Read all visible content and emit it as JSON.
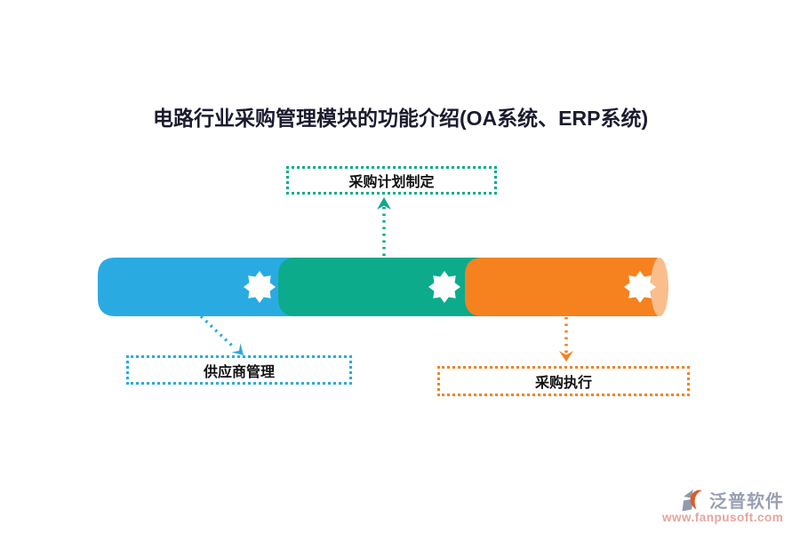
{
  "title": {
    "text": "电路行业采购管理模块的功能介绍(OA系统、ERP系统)",
    "color": "#1b1b30"
  },
  "pipeline": {
    "description": "horizontal three-segment pipe with white 8-point stars",
    "segments": [
      {
        "name": "blue-segment",
        "color": "#29abe2"
      },
      {
        "name": "green-segment",
        "color": "#0cab8c"
      },
      {
        "name": "orange-segment",
        "color": "#f5821f",
        "end_cap_color": "#f9be8c"
      }
    ],
    "star_icon": "8-point-star",
    "star_color": "#ffffff"
  },
  "labels": {
    "top": {
      "text": "采购计划制定",
      "accent_color": "#0cab8c"
    },
    "bottom_left": {
      "text": "供应商管理",
      "accent_color": "#29abe2"
    },
    "bottom_right": {
      "text": "采购执行",
      "accent_color": "#f5821f"
    }
  },
  "watermark": {
    "brand": "泛普软件",
    "url": "www.fanpusoft.com",
    "brand_color": "#99a0b3",
    "url_color": "#e9a39e",
    "logo_gray": "#9199ac",
    "logo_orange": "#dc5b2c"
  }
}
